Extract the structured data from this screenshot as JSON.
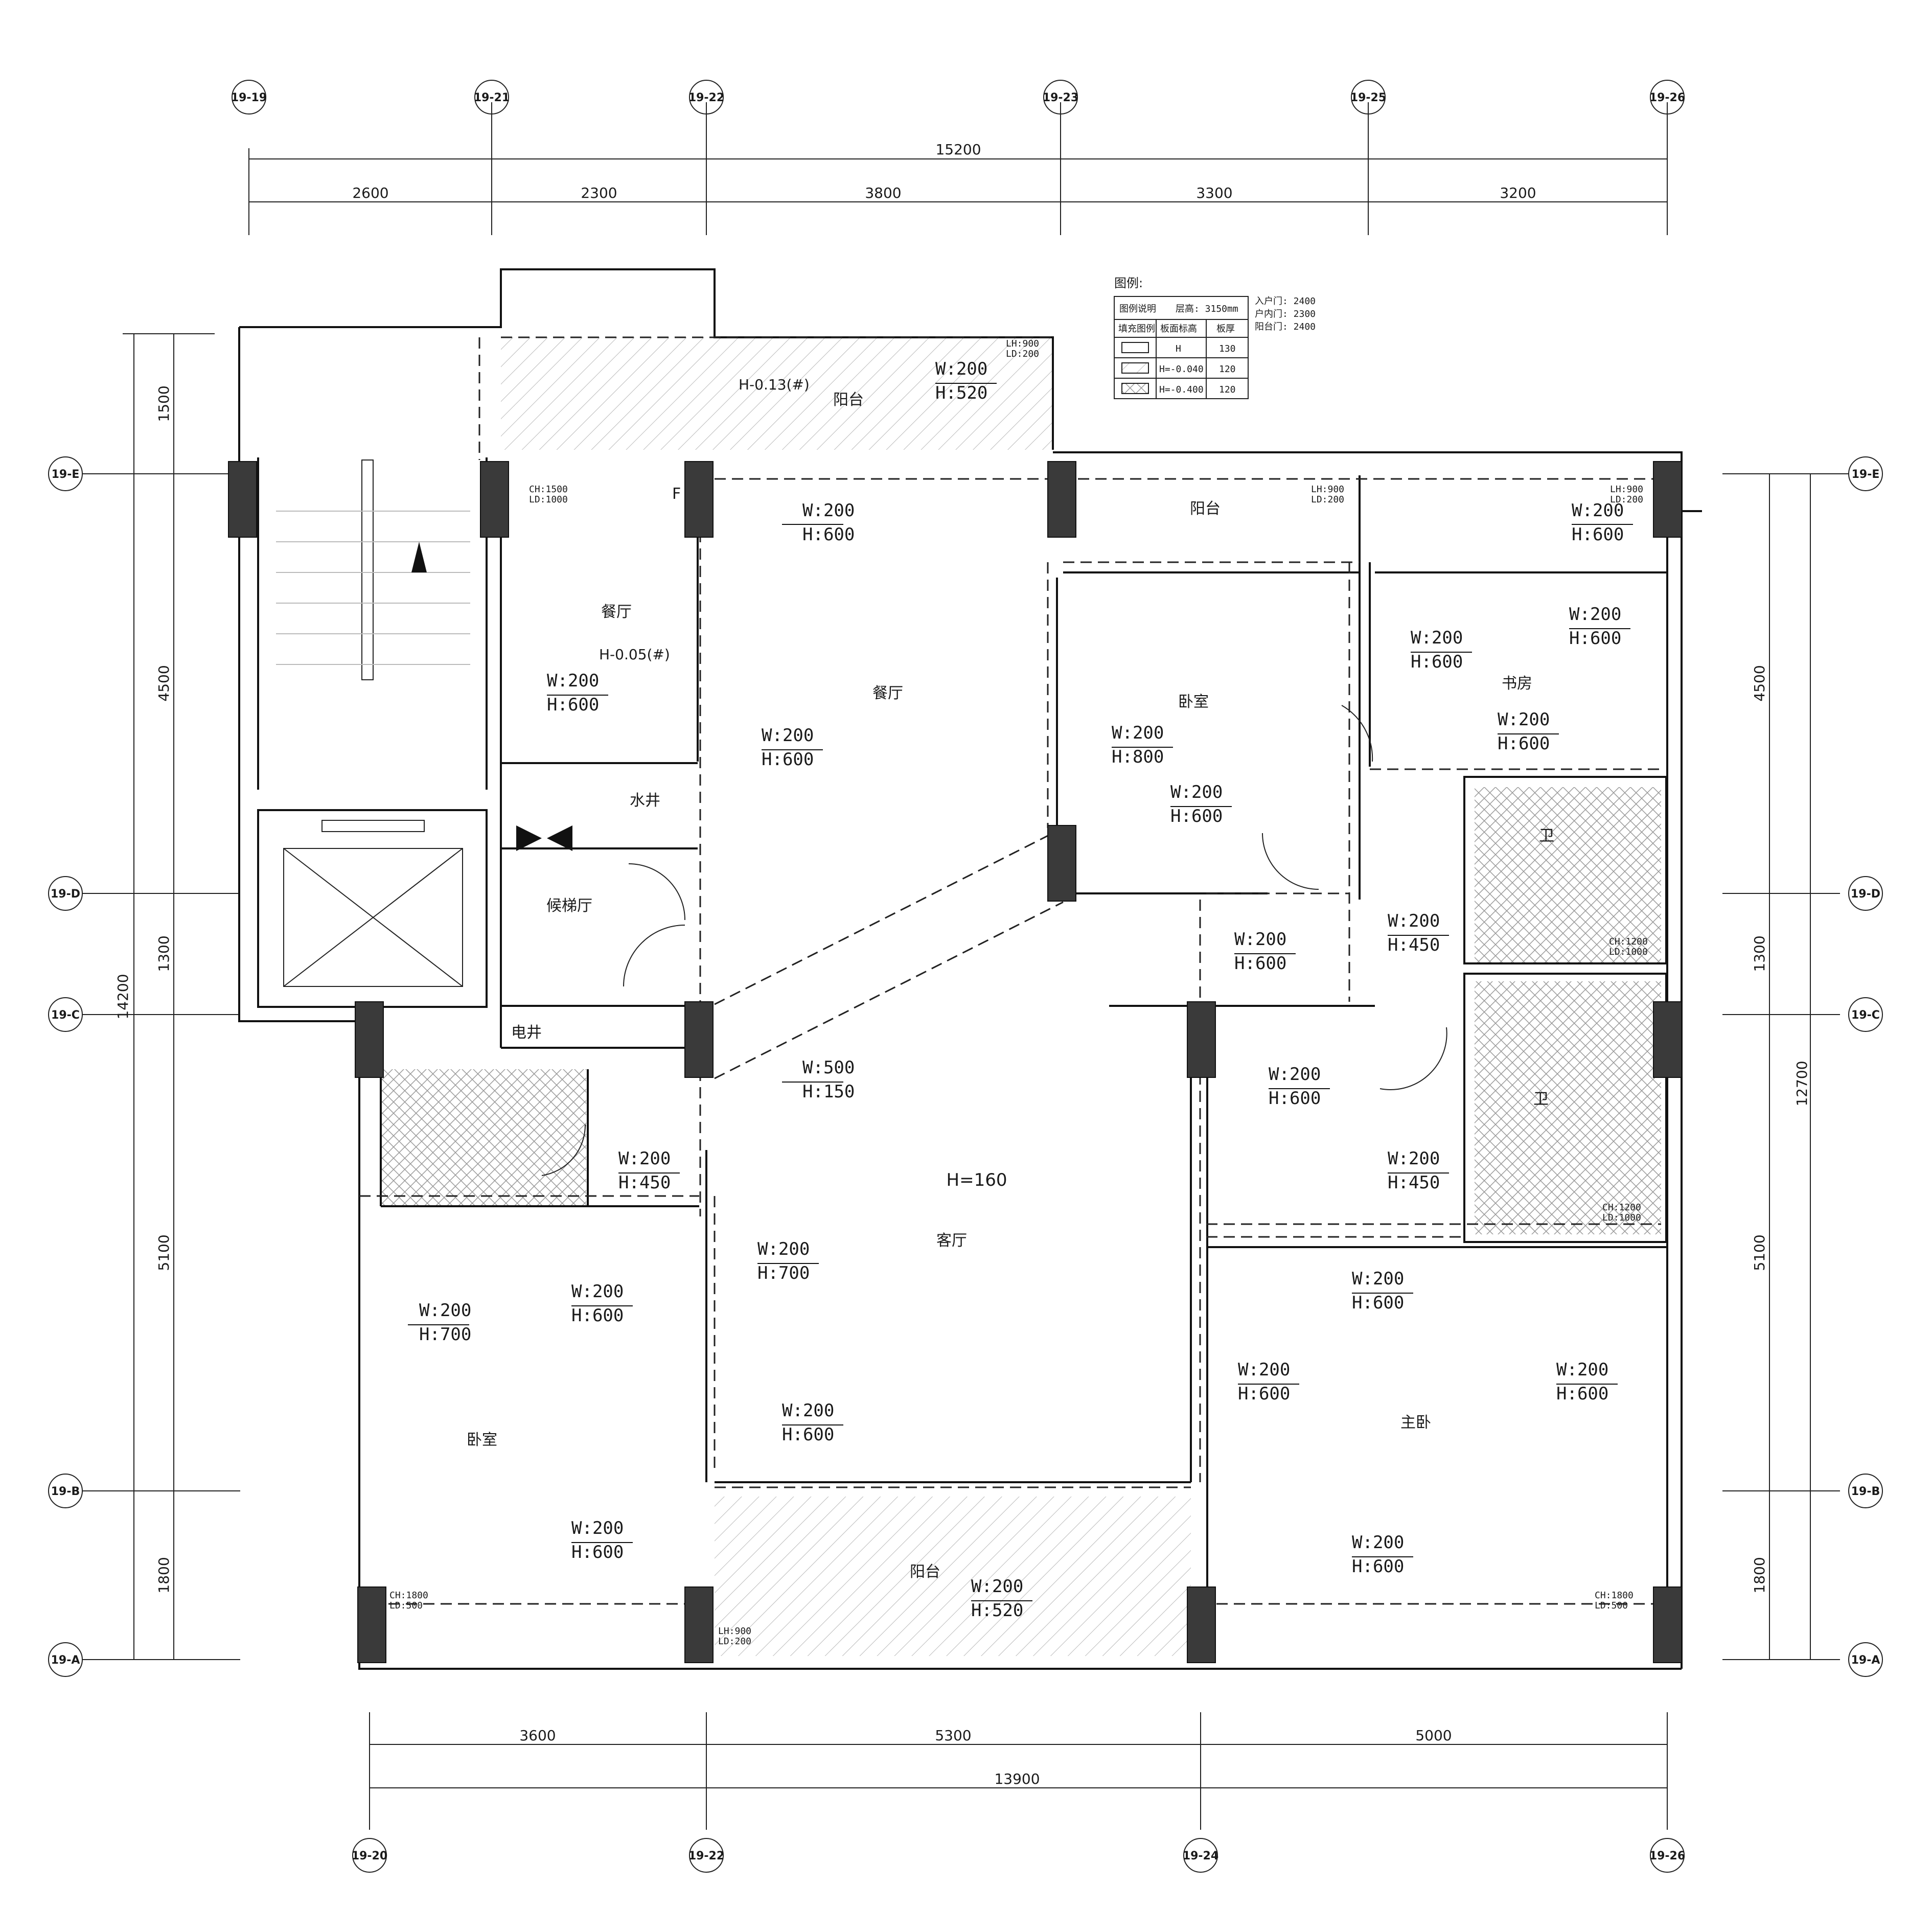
{
  "top_axes": [
    "19-19",
    "19-21",
    "19-22",
    "19-23",
    "19-25",
    "19-26"
  ],
  "bottom_axes": [
    "19-20",
    "19-22",
    "19-24",
    "19-26"
  ],
  "left_axes": [
    "19-E",
    "19-D",
    "19-C",
    "19-B",
    "19-A"
  ],
  "right_axes": [
    "19-E",
    "19-D",
    "19-C",
    "19-B",
    "19-A"
  ],
  "top_dims": {
    "total": "15200",
    "segments": [
      "2600",
      "2300",
      "3800",
      "3300",
      "3200"
    ]
  },
  "bottom_dims": {
    "total": "13900",
    "segments": [
      "3600",
      "5300",
      "5000"
    ]
  },
  "left_dims": {
    "total": "14200",
    "segments": [
      "1500",
      "4500",
      "1300",
      "5100",
      "1800"
    ]
  },
  "right_dims": {
    "total": "12700",
    "segments": [
      "4500",
      "1300",
      "5100",
      "1800"
    ]
  },
  "rooms": {
    "balcony_top": "阳台",
    "dining_small": "餐厅",
    "dining_main": "餐厅",
    "balcony_right": "阳台",
    "bedroom_top": "卧室",
    "study": "书房",
    "bath1": "卫",
    "bath2": "卫",
    "lift_lobby": "候梯厅",
    "water_shaft": "水井",
    "elec_shaft": "电井",
    "living": "客厅",
    "bedroom_left": "卧室",
    "master": "主卧",
    "balcony_bottom": "阳台"
  },
  "ceiling_height": "H=160",
  "level_marks": [
    "H-0.13(#)",
    "H-0.05(#)"
  ],
  "beams": [
    {
      "w": "W:200",
      "h": "H:520"
    },
    {
      "w": "W:200",
      "h": "H:600"
    },
    {
      "w": "W:200",
      "h": "H:600"
    },
    {
      "w": "W:200",
      "h": "H:600"
    },
    {
      "w": "W:200",
      "h": "H:600"
    },
    {
      "w": "W:200",
      "h": "H:600"
    },
    {
      "w": "W:200",
      "h": "H:800"
    },
    {
      "w": "W:200",
      "h": "H:600"
    },
    {
      "w": "W:200",
      "h": "H:600"
    },
    {
      "w": "W:200",
      "h": "H:600"
    },
    {
      "w": "W:200",
      "h": "H:450"
    },
    {
      "w": "W:200",
      "h": "H:600"
    },
    {
      "w": "W:500",
      "h": "H:150"
    },
    {
      "w": "W:200",
      "h": "H:600"
    },
    {
      "w": "W:200",
      "h": "H:450"
    },
    {
      "w": "W:200",
      "h": "H:450"
    },
    {
      "w": "W:200",
      "h": "H:700"
    },
    {
      "w": "W:200",
      "h": "H:600"
    },
    {
      "w": "W:200",
      "h": "H:600"
    },
    {
      "w": "W:200",
      "h": "H:700"
    },
    {
      "w": "W:200",
      "h": "H:600"
    },
    {
      "w": "W:200",
      "h": "H:600"
    },
    {
      "w": "W:200",
      "h": "H:600"
    },
    {
      "w": "W:200",
      "h": "H:600"
    },
    {
      "w": "W:200",
      "h": "H:600"
    },
    {
      "w": "W:200",
      "h": "H:520"
    }
  ],
  "opening_notes": [
    {
      "a": "LH:900",
      "b": "LD:200"
    },
    {
      "a": "CH:1500",
      "b": "LD:1000"
    },
    {
      "a": "LH:900",
      "b": "LD:200"
    },
    {
      "a": "LH:900",
      "b": "LD:200"
    },
    {
      "a": "CH:1200",
      "b": "LD:1000"
    },
    {
      "a": "CH:1200",
      "b": "LD:1000"
    },
    {
      "a": "CH:1800",
      "b": "LD:500"
    },
    {
      "a": "LH:900",
      "b": "LD:200"
    },
    {
      "a": "CH:1800",
      "b": "LD:500"
    }
  ],
  "marker_f": "F",
  "legend": {
    "title": "图例:",
    "header": [
      "图例说明",
      "层高: 3150mm"
    ],
    "cols": [
      "填充图例",
      "板面标高",
      "板厚"
    ],
    "rows": [
      {
        "level": "H",
        "thick": "130"
      },
      {
        "level": "H=-0.040",
        "thick": "120"
      },
      {
        "level": "H=-0.400",
        "thick": "120"
      }
    ],
    "doors": [
      "入户门: 2400",
      "户内门: 2300",
      "阳台门: 2400"
    ]
  }
}
